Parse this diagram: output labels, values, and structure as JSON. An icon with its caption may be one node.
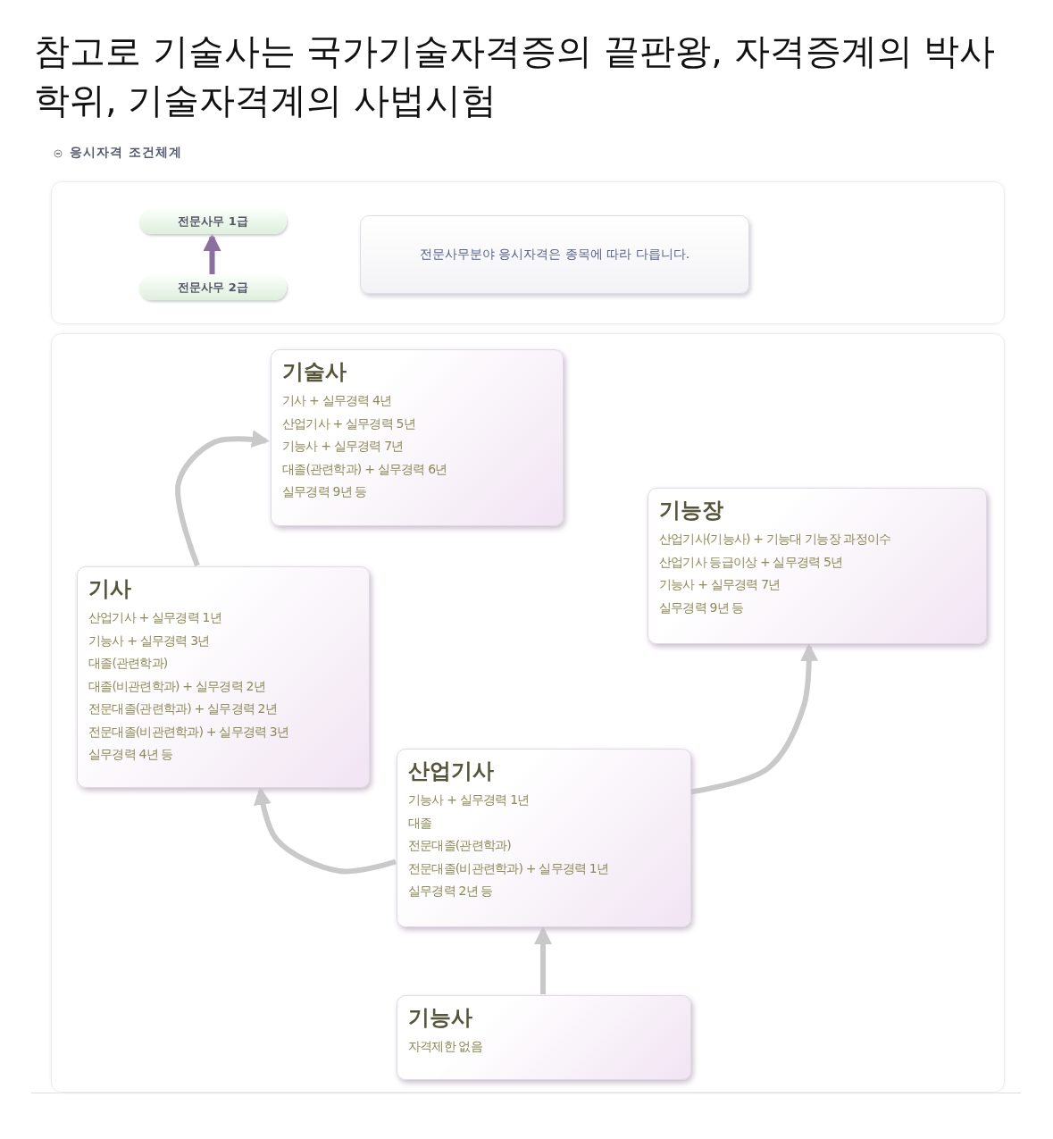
{
  "diagram": {
    "title": "참고로 기술사는 국가기술자격증의 끝판왕, 자격증계의 박사 학위, 기술자격계의 사법시험",
    "nodes": [
      {
        "text": [],
        "shape": "box"
      },
      {
        "text": [
          "전문사무 1급"
        ],
        "in": 0
      },
      {
        "text": [
          "전문사무 2급"
        ],
        "in": 0
      },
      {
        "text": [
          "전문사무분야 응시자격은 종목에 따라 다릅니다."
        ],
        "in": 0
      },
      {
        "text": [],
        "shape": "box"
      },
      {
        "text": [
          "기술사",
          "기사 + 실무경력 4년",
          "산업기사 + 실무경력 5년",
          "기능사 + 실무경력 7년",
          "대졸(관련학과) + 실무경력 6년",
          "실무경력 9년 등"
        ],
        "in": 4
      },
      {
        "text": [
          "기능장",
          "산업기사(기능사) + 기능대 기능장 과정이수",
          "산업기사 등급이상 + 실무경력 5년",
          "기능사 + 실무경력 7년",
          "실무경력 9년 등"
        ],
        "in": 4
      },
      {
        "text": [
          "기사",
          "산업기사 + 실무경력 1년",
          "기능사 + 실무경력 3년",
          "대졸(관련학과)",
          "대졸(비관련학과) + 실무경력 2년",
          "전문대졸(관련학과) + 실무경력 2년",
          "전문대졸(비관련학과) + 실무경력 3년",
          "실무경력 4년 등"
        ],
        "in": 4
      },
      {
        "text": [
          "산업기사",
          "기능사 + 실무경력 1년",
          "대졸",
          "전문대졸(관련학과)",
          "전문대졸(비관련학과) + 실무경력 1년",
          "실무경력 2년 등"
        ],
        "in": 4
      },
      {
        "text": [
          "기능사",
          "자격제한 없음"
        ],
        "in": 4
      }
    ],
    "edges": [
      {
        "from": 2,
        "to": 1,
        "arrow": "to",
        "color": "#8b6f9e"
      },
      {
        "from": 9,
        "to": 8,
        "arrow": "to"
      },
      {
        "from": 8,
        "to": 7,
        "arrow": "to"
      },
      {
        "from": 7,
        "to": 5,
        "arrow": "to"
      },
      {
        "from": 8,
        "to": 6,
        "arrow": "to"
      }
    ],
    "labels": [
      "응시자격 조건체계"
    ]
  }
}
